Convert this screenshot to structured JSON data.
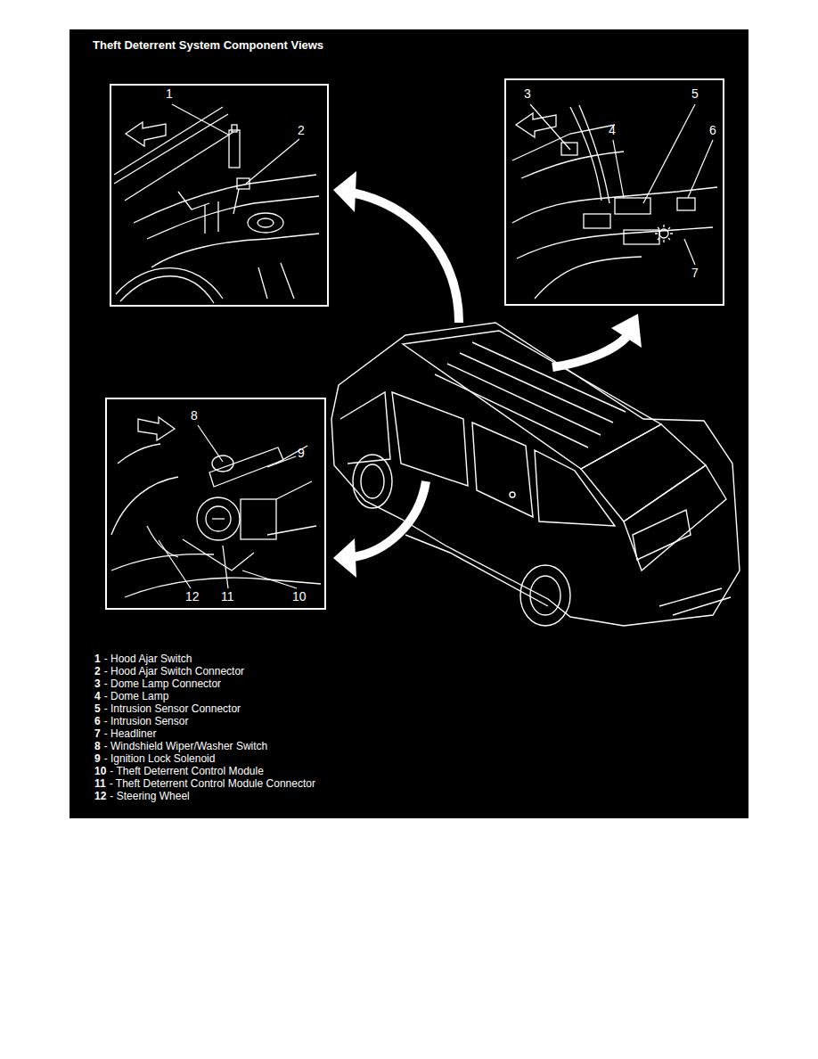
{
  "diagram": {
    "title": "Theft Deterrent System Component Views",
    "nodes": [
      {
        "text": [
          "1",
          "2"
        ]
      },
      {
        "text": [
          "3",
          "4",
          "5",
          "6",
          "7"
        ]
      },
      {
        "text": [
          "8",
          "9",
          "12",
          "11",
          "10"
        ]
      }
    ],
    "labels": [
      "1",
      "- Hood Ajar Switch",
      "2",
      "- Hood Ajar Switch Connector",
      "3",
      "- Dome Lamp Connector",
      "4",
      "- Dome Lamp",
      "5",
      "- Intrusion Sensor Connector",
      "6",
      "- Intrusion Sensor",
      "7",
      "- Headliner",
      "8",
      "- Windshield Wiper/Washer Switch",
      "9",
      "- Ignition Lock Solenoid",
      "10",
      "- Theft Deterrent Control Module",
      "11",
      "- Theft Deterrent Control Module Connector",
      "12",
      "- Steering Wheel"
    ]
  }
}
